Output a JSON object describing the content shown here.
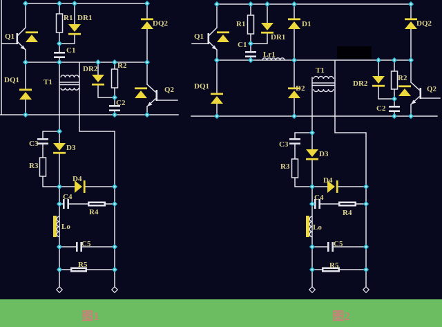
{
  "colors": {
    "bg": "#08081f",
    "wire": "#e4e4ec",
    "node": "#35c2da",
    "node_core": "#cdf3fa",
    "component": "#ecd83c",
    "label": "#dbd18c",
    "banner": "#6cbd62",
    "caption": "#ca8177",
    "patch": "#000005"
  },
  "fig1": {
    "caption": "图1",
    "labels": {
      "q1": "Q1",
      "r1": "R1",
      "dr1": "DR1",
      "dq2": "DQ2",
      "c1": "C1",
      "dq1": "DQ1",
      "t1": "T1",
      "dr2": "DR2",
      "r2": "R2",
      "c2": "C2",
      "q2": "Q2",
      "c3": "C3",
      "d3": "D3",
      "r3": "R3",
      "d4": "D4",
      "c4": "C4",
      "r4": "R4",
      "lo": "Lo",
      "c5": "C5",
      "r5": "R5"
    }
  },
  "fig2": {
    "caption": "图2",
    "labels": {
      "q1": "Q1",
      "r1": "R1",
      "dr1": "DR1",
      "d1": "D1",
      "dq2": "DQ2",
      "c1": "C1",
      "lr1": "Lr1",
      "dq1": "DQ1",
      "t1": "T1",
      "d2": "D2",
      "dr2": "DR2",
      "r2": "R2",
      "c2": "C2",
      "q2": "Q2",
      "c3": "C3",
      "d3": "D3",
      "r3": "R3",
      "d4": "D4",
      "c4": "C4",
      "r4": "R4",
      "lo": "Lo",
      "c5": "C5",
      "r5": "R5"
    }
  }
}
